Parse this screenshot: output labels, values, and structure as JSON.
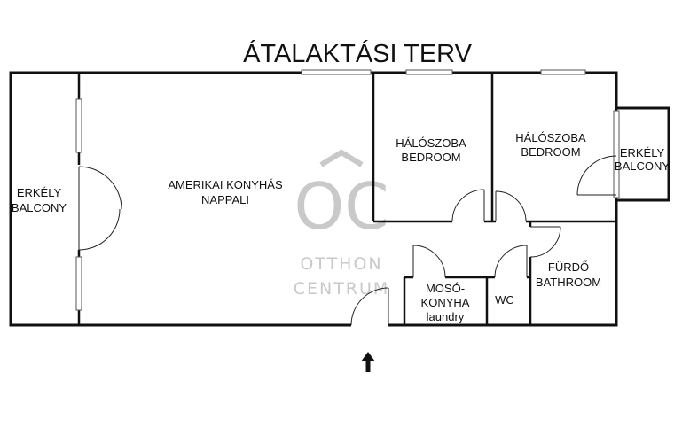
{
  "title": "ÁTALAKTÁSI TERV",
  "rooms": {
    "balcony_left": [
      "ERKÉLY",
      "BALCONY"
    ],
    "living": [
      "AMERIKAI KONYHÁS",
      "NAPPALI"
    ],
    "bedroom1": [
      "HÁLÓSZOBA",
      "BEDROOM"
    ],
    "bedroom2": [
      "HÁLÓSZOBA",
      "BEDROOM"
    ],
    "balcony_right": [
      "ERKÉLY",
      "BALCONY"
    ],
    "bathroom": [
      "FÜRDŐ",
      "BATHROOM"
    ],
    "laundry": [
      "MOSÓ-",
      "KONYHA",
      "laundry"
    ],
    "wc": "WC"
  },
  "watermark": {
    "logo": "OC",
    "line1": "OTTHON",
    "line2": "CENTRUM"
  },
  "entrance_icon": "up-arrow-icon",
  "colors": {
    "walls": "#111111",
    "watermark": "#c9c9c9",
    "background": "#ffffff"
  }
}
